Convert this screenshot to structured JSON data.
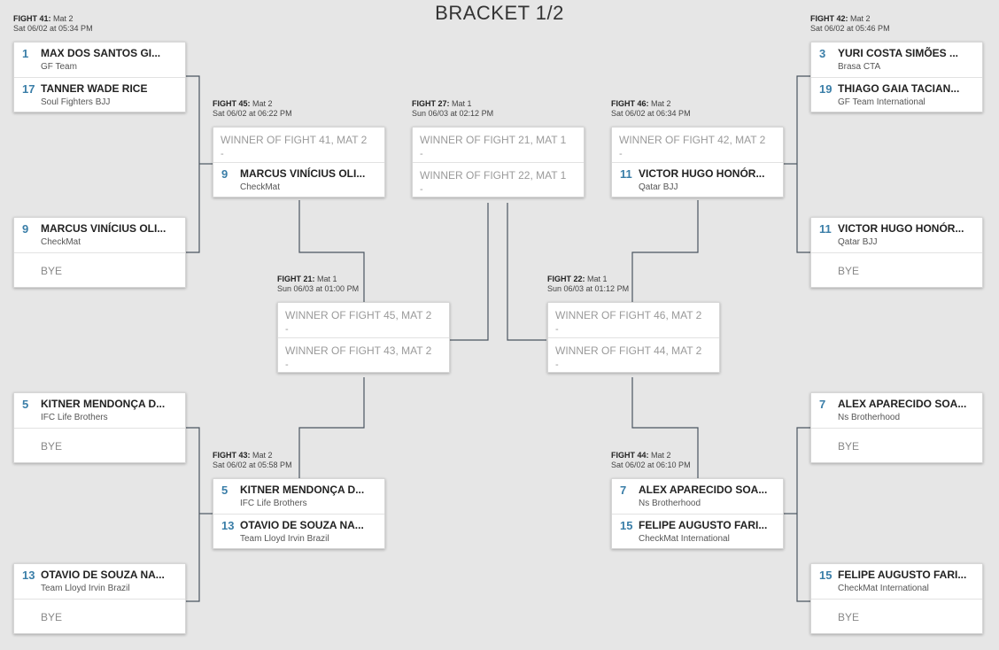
{
  "page": {
    "title": "BRACKET 1/2"
  },
  "fights": {
    "f41": {
      "label": "FIGHT 41:",
      "mat": "Mat 2",
      "time": "Sat 06/02 at 05:34 PM"
    },
    "f42": {
      "label": "FIGHT 42:",
      "mat": "Mat 2",
      "time": "Sat 06/02 at 05:46 PM"
    },
    "f45": {
      "label": "FIGHT 45:",
      "mat": "Mat 2",
      "time": "Sat 06/02 at 06:22 PM"
    },
    "f27": {
      "label": "FIGHT 27:",
      "mat": "Mat 1",
      "time": "Sun 06/03 at 02:12 PM"
    },
    "f46": {
      "label": "FIGHT 46:",
      "mat": "Mat 2",
      "time": "Sat 06/02 at 06:34 PM"
    },
    "f21": {
      "label": "FIGHT 21:",
      "mat": "Mat 1",
      "time": "Sun 06/03 at 01:00 PM"
    },
    "f22": {
      "label": "FIGHT 22:",
      "mat": "Mat 1",
      "time": "Sun 06/03 at 01:12 PM"
    },
    "f43": {
      "label": "FIGHT 43:",
      "mat": "Mat 2",
      "time": "Sat 06/02 at 05:58 PM"
    },
    "f44": {
      "label": "FIGHT 44:",
      "mat": "Mat 2",
      "time": "Sat 06/02 at 06:10 PM"
    }
  },
  "cards": {
    "c1": {
      "top": {
        "seed": "1",
        "name": "MAX DOS SANTOS GI...",
        "team": "GF Team"
      },
      "bottom": {
        "seed": "17",
        "name": "TANNER WADE RICE",
        "team": "Soul Fighters BJJ"
      }
    },
    "c2": {
      "top": {
        "seed": "9",
        "name": "MARCUS VINÍCIUS OLI...",
        "team": "CheckMat"
      },
      "bottom": {
        "bye": "BYE"
      }
    },
    "c3": {
      "top": {
        "seed": "5",
        "name": "KITNER MENDONÇA D...",
        "team": "IFC Life Brothers"
      },
      "bottom": {
        "bye": "BYE"
      }
    },
    "c4": {
      "top": {
        "seed": "13",
        "name": "OTAVIO DE SOUZA NA...",
        "team": "Team Lloyd Irvin Brazil"
      },
      "bottom": {
        "bye": "BYE"
      }
    },
    "c5": {
      "top": {
        "label": "WINNER OF FIGHT 41, MAT 2",
        "dash": "-"
      },
      "bottom": {
        "seed": "9",
        "name": "MARCUS VINÍCIUS OLI...",
        "team": "CheckMat"
      }
    },
    "c6": {
      "top": {
        "label": "WINNER OF FIGHT 21, MAT 1",
        "dash": "-"
      },
      "bottom": {
        "label": "WINNER OF FIGHT 22, MAT 1",
        "dash": "-"
      }
    },
    "c7": {
      "top": {
        "label": "WINNER OF FIGHT 42, MAT 2",
        "dash": "-"
      },
      "bottom": {
        "seed": "11",
        "name": "VICTOR HUGO HONÓR...",
        "team": "Qatar BJJ"
      }
    },
    "c8": {
      "top": {
        "label": "WINNER OF FIGHT 45, MAT 2",
        "dash": "-"
      },
      "bottom": {
        "label": "WINNER OF FIGHT 43, MAT 2",
        "dash": "-"
      }
    },
    "c9": {
      "top": {
        "label": "WINNER OF FIGHT 46, MAT 2",
        "dash": "-"
      },
      "bottom": {
        "label": "WINNER OF FIGHT 44, MAT 2",
        "dash": "-"
      }
    },
    "c10": {
      "top": {
        "seed": "5",
        "name": "KITNER MENDONÇA D...",
        "team": "IFC Life Brothers"
      },
      "bottom": {
        "seed": "13",
        "name": "OTAVIO DE SOUZA NA...",
        "team": "Team Lloyd Irvin Brazil"
      }
    },
    "c11": {
      "top": {
        "seed": "7",
        "name": "ALEX APARECIDO SOA...",
        "team": "Ns Brotherhood"
      },
      "bottom": {
        "seed": "15",
        "name": "FELIPE AUGUSTO FARI...",
        "team": "CheckMat International"
      }
    },
    "c12": {
      "top": {
        "seed": "3",
        "name": "YURI COSTA SIMÕES ...",
        "team": "Brasa CTA"
      },
      "bottom": {
        "seed": "19",
        "name": "THIAGO GAIA TACIAN...",
        "team": "GF Team International"
      }
    },
    "c13": {
      "top": {
        "seed": "11",
        "name": "VICTOR HUGO HONÓR...",
        "team": "Qatar BJJ"
      },
      "bottom": {
        "bye": "BYE"
      }
    },
    "c14": {
      "top": {
        "seed": "7",
        "name": "ALEX APARECIDO SOA...",
        "team": "Ns Brotherhood"
      },
      "bottom": {
        "bye": "BYE"
      }
    },
    "c15": {
      "top": {
        "seed": "15",
        "name": "FELIPE AUGUSTO FARI...",
        "team": "CheckMat International"
      },
      "bottom": {
        "bye": "BYE"
      }
    }
  },
  "colors": {
    "seed": "#3a7ea8",
    "connector": "#4a5560",
    "background": "#e6e6e6"
  }
}
